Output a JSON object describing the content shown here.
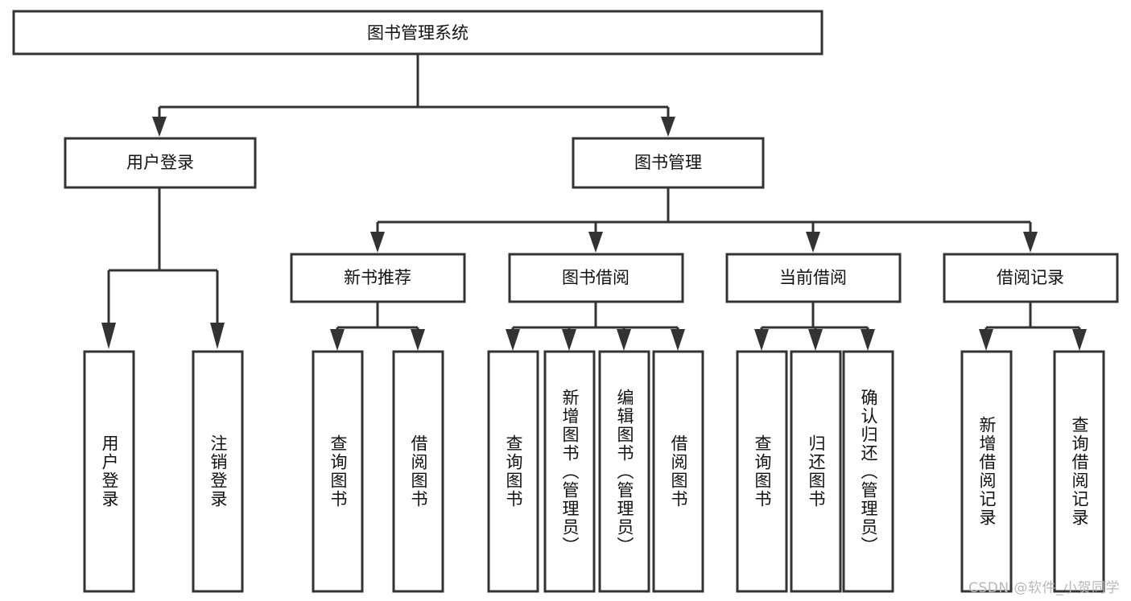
{
  "diagram": {
    "type": "tree",
    "title": "图书管理系统",
    "orientation": "top-down",
    "colors": {
      "box_stroke": "#333333",
      "box_fill": "#ffffff",
      "text": "#111111",
      "background": "#ffffff",
      "watermark": "#b8b8b8"
    },
    "root": {
      "label": "图书管理系统"
    },
    "level2": [
      {
        "label": "用户登录"
      },
      {
        "label": "图书管理"
      }
    ],
    "level3": [
      {
        "label": "新书推荐"
      },
      {
        "label": "图书借阅"
      },
      {
        "label": "当前借阅"
      },
      {
        "label": "借阅记录"
      }
    ],
    "leaves": {
      "user_login": [
        {
          "label": "用户登录"
        },
        {
          "label": "注销登录"
        }
      ],
      "new_book_recommend": [
        {
          "label": "查询图书"
        },
        {
          "label": "借阅图书"
        }
      ],
      "book_borrow": [
        {
          "label": "查询图书"
        },
        {
          "label": "新增图书（管理员）"
        },
        {
          "label": "编辑图书（管理员）"
        },
        {
          "label": "借阅图书"
        }
      ],
      "current_borrow": [
        {
          "label": "查询图书"
        },
        {
          "label": "归还图书"
        },
        {
          "label": "确认归还（管理员）"
        }
      ],
      "borrow_records": [
        {
          "label": "新增借阅记录"
        },
        {
          "label": "查询借阅记录"
        }
      ]
    },
    "watermark": "CSDN @软件_小贺同学"
  }
}
